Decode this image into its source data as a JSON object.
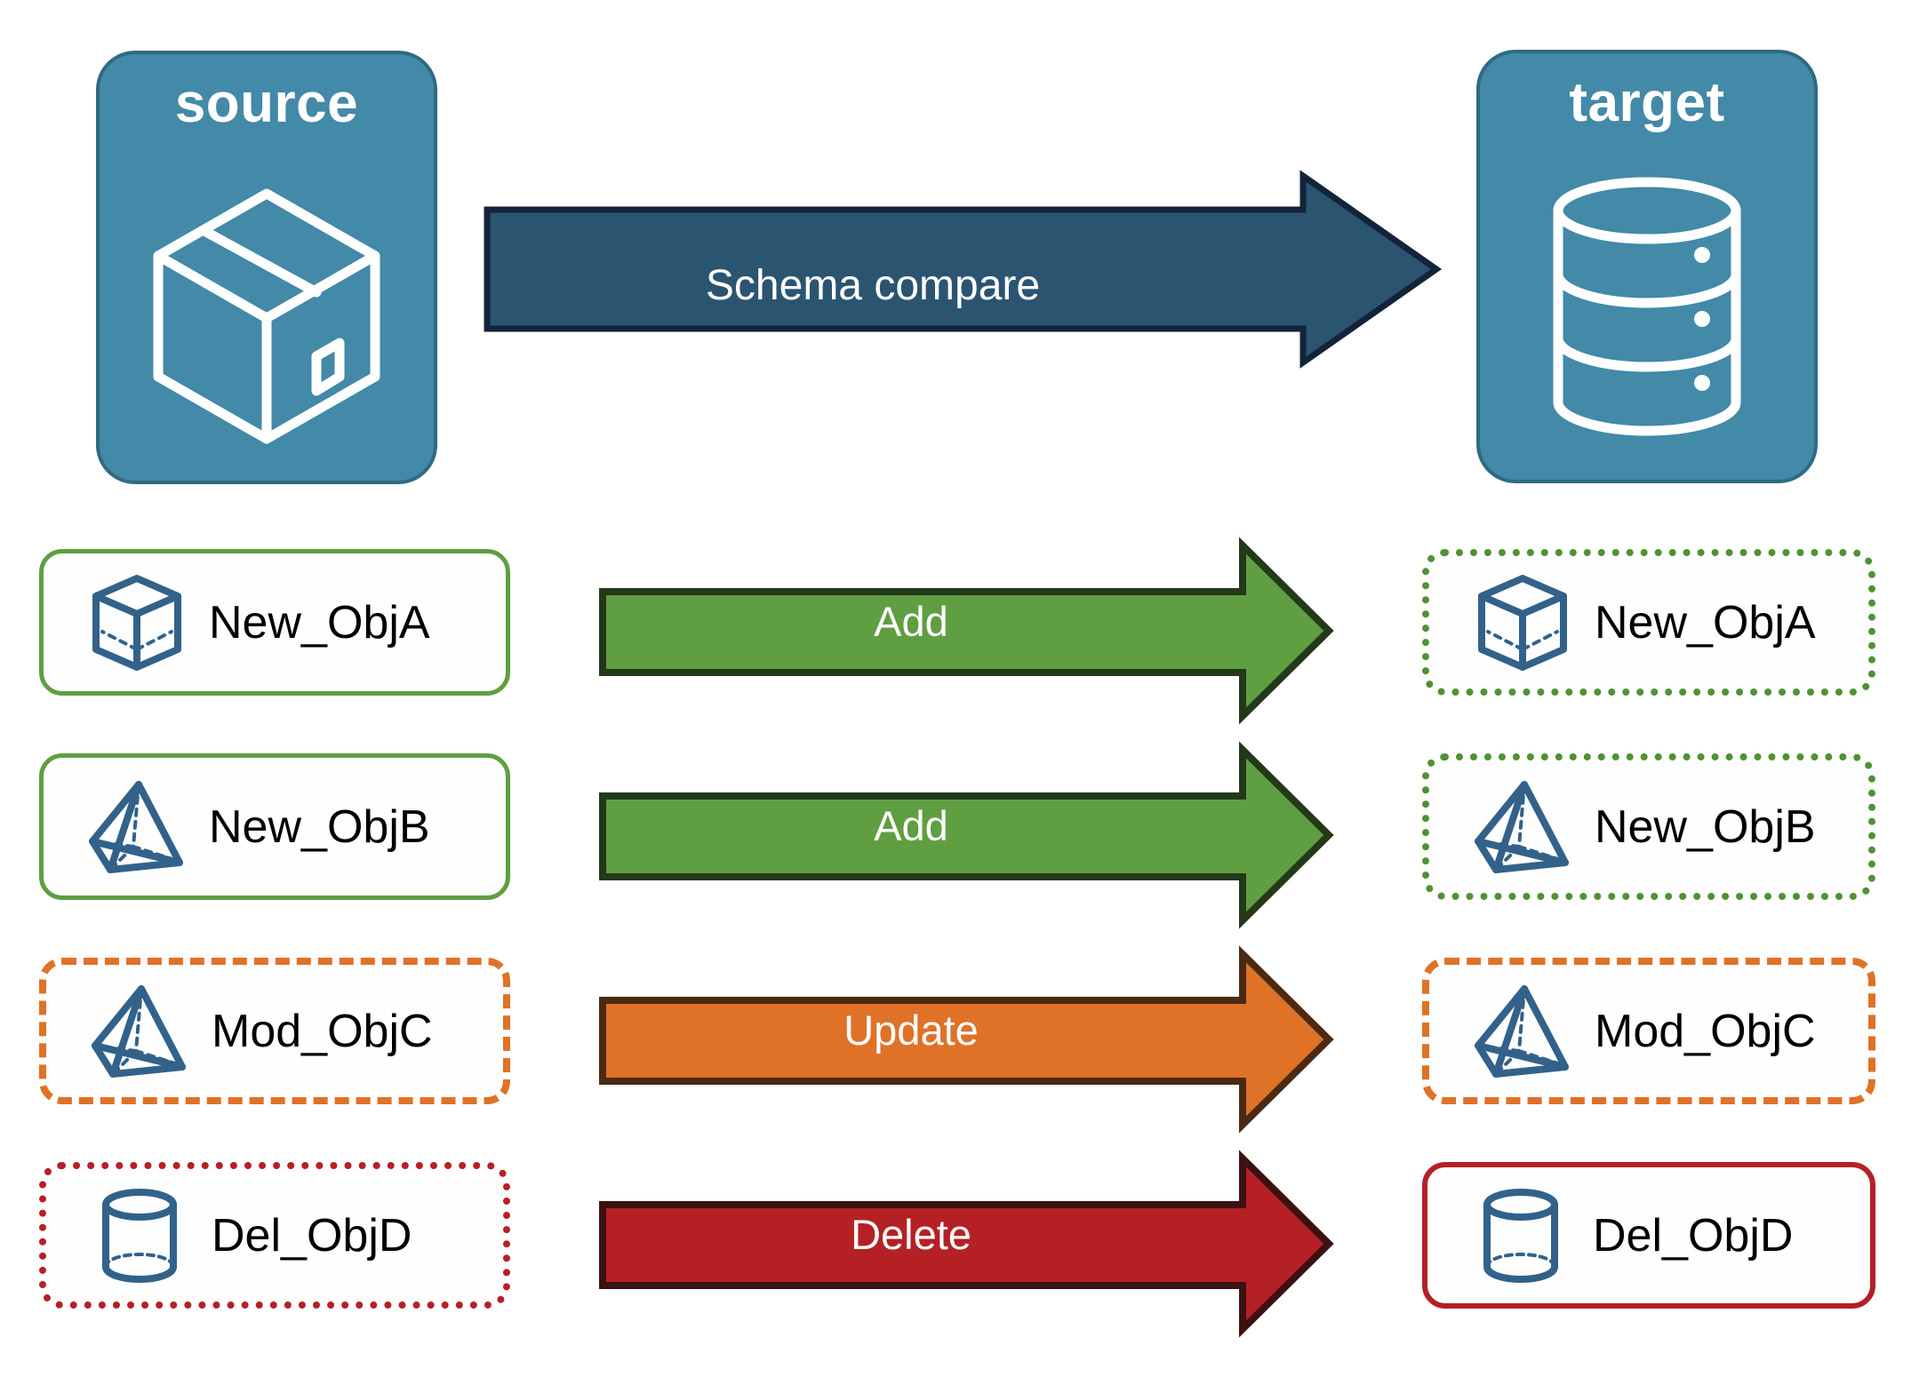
{
  "diagram": {
    "title_source": "source",
    "title_target": "target",
    "compare_arrow_label": "Schema compare",
    "source_icon": "package-box-icon",
    "target_icon": "database-cylinder-icon",
    "colors": {
      "card_fill": "#4389a8",
      "card_border": "#2f6a82",
      "compare_arrow_fill": "#2b5470",
      "compare_arrow_border": "#13233a",
      "add_fill": "#5f9e41",
      "add_border": "#23391a",
      "update_fill": "#df7227",
      "update_border": "#4b2a13",
      "delete_fill": "#b52025",
      "delete_border": "#3d1111",
      "object_icon": "#32628a",
      "label_text": "#000000"
    },
    "rows": [
      {
        "source": {
          "label": "New_ObjA",
          "icon": "wireframe-cube-icon",
          "border_style": "solid",
          "border_color": "#5f9e41"
        },
        "action": {
          "label": "Add",
          "fill": "#5f9e41",
          "border": "#23391a"
        },
        "target": {
          "label": "New_ObjA",
          "icon": "wireframe-cube-icon",
          "border_style": "dotted",
          "border_color": "#4f9233"
        }
      },
      {
        "source": {
          "label": "New_ObjB",
          "icon": "wireframe-pyramid-icon",
          "border_style": "solid",
          "border_color": "#5f9e41"
        },
        "action": {
          "label": "Add",
          "fill": "#5f9e41",
          "border": "#23391a"
        },
        "target": {
          "label": "New_ObjB",
          "icon": "wireframe-pyramid-icon",
          "border_style": "dotted",
          "border_color": "#4f9233"
        }
      },
      {
        "source": {
          "label": "Mod_ObjC",
          "icon": "wireframe-pyramid-icon",
          "border_style": "dashed",
          "border_color": "#df7227"
        },
        "action": {
          "label": "Update",
          "fill": "#df7227",
          "border": "#4b2a13"
        },
        "target": {
          "label": "Mod_ObjC",
          "icon": "wireframe-pyramid-icon",
          "border_style": "dashed",
          "border_color": "#df7227"
        }
      },
      {
        "source": {
          "label": "Del_ObjD",
          "icon": "wireframe-cylinder-icon",
          "border_style": "dotted",
          "border_color": "#b52025"
        },
        "action": {
          "label": "Delete",
          "fill": "#b52025",
          "border": "#3d1111"
        },
        "target": {
          "label": "Del_ObjD",
          "icon": "wireframe-cylinder-icon",
          "border_style": "solid",
          "border_color": "#b52025"
        }
      }
    ]
  }
}
